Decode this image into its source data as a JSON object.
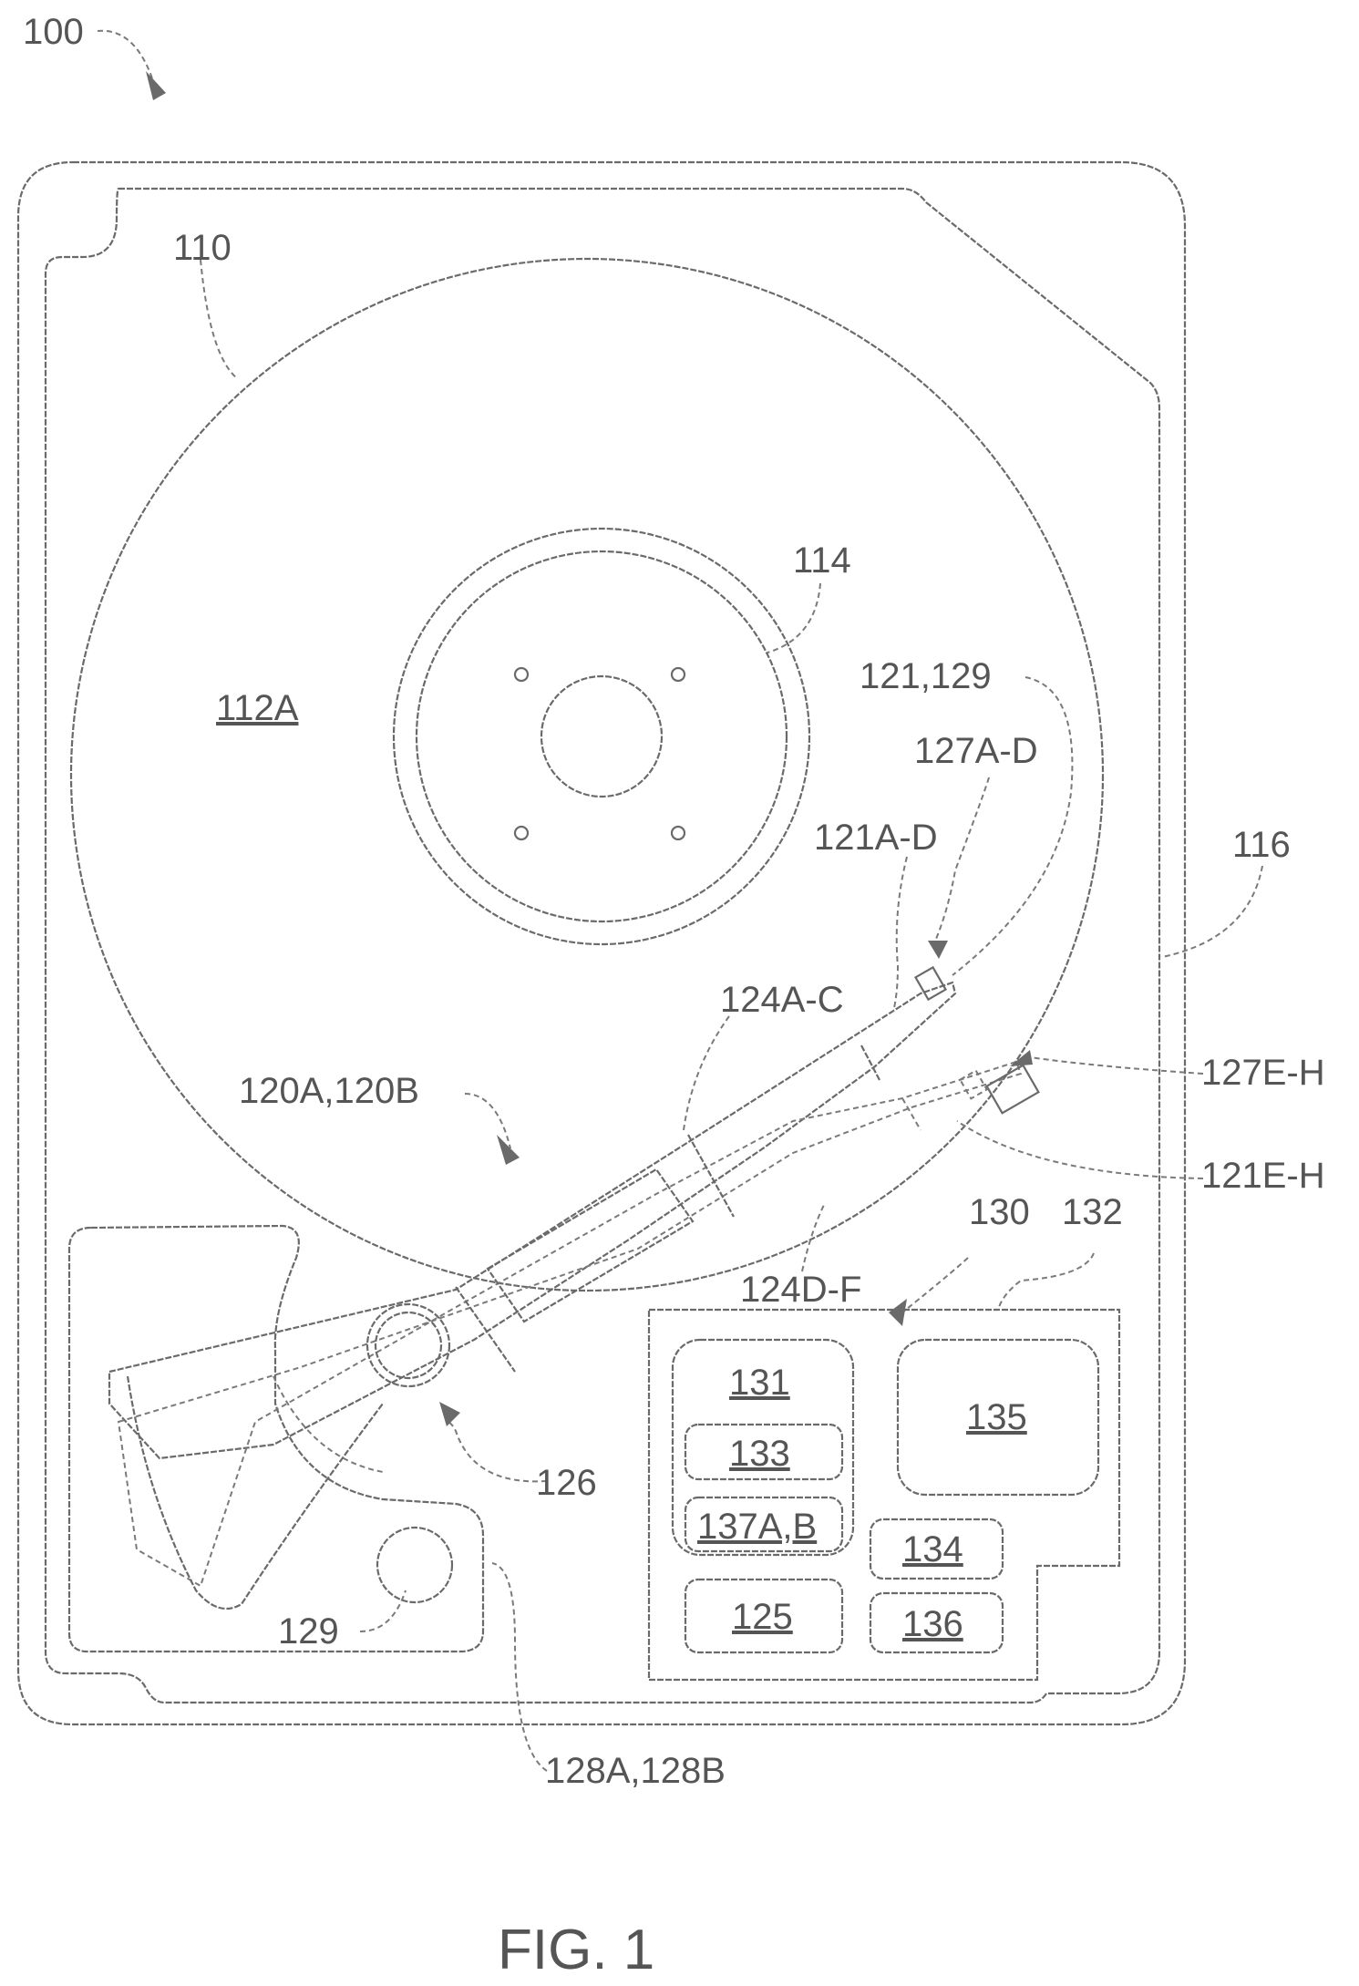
{
  "figure_caption": "FIG. 1",
  "labels": {
    "device": "100",
    "disk": "110",
    "surface": "112A",
    "spindle": "114",
    "enclosure": "116",
    "actuator_assemblies": "120A,120B",
    "heads_write": "121,129",
    "heads_top": "121A-D",
    "heads_bottom": "121E-H",
    "arms_top": "124A-C",
    "arms_bottom": "124D-F",
    "vcm_top": "127A-D",
    "vcm_bottom": "127E-H",
    "pivot": "126",
    "magnet": "129",
    "magnets_pair": "128A,128B",
    "controller": "130",
    "board": "132",
    "block_131": "131",
    "block_133": "133",
    "block_137": "137A,B",
    "block_134": "134",
    "block_135": "135",
    "block_125": "125",
    "block_136": "136"
  }
}
